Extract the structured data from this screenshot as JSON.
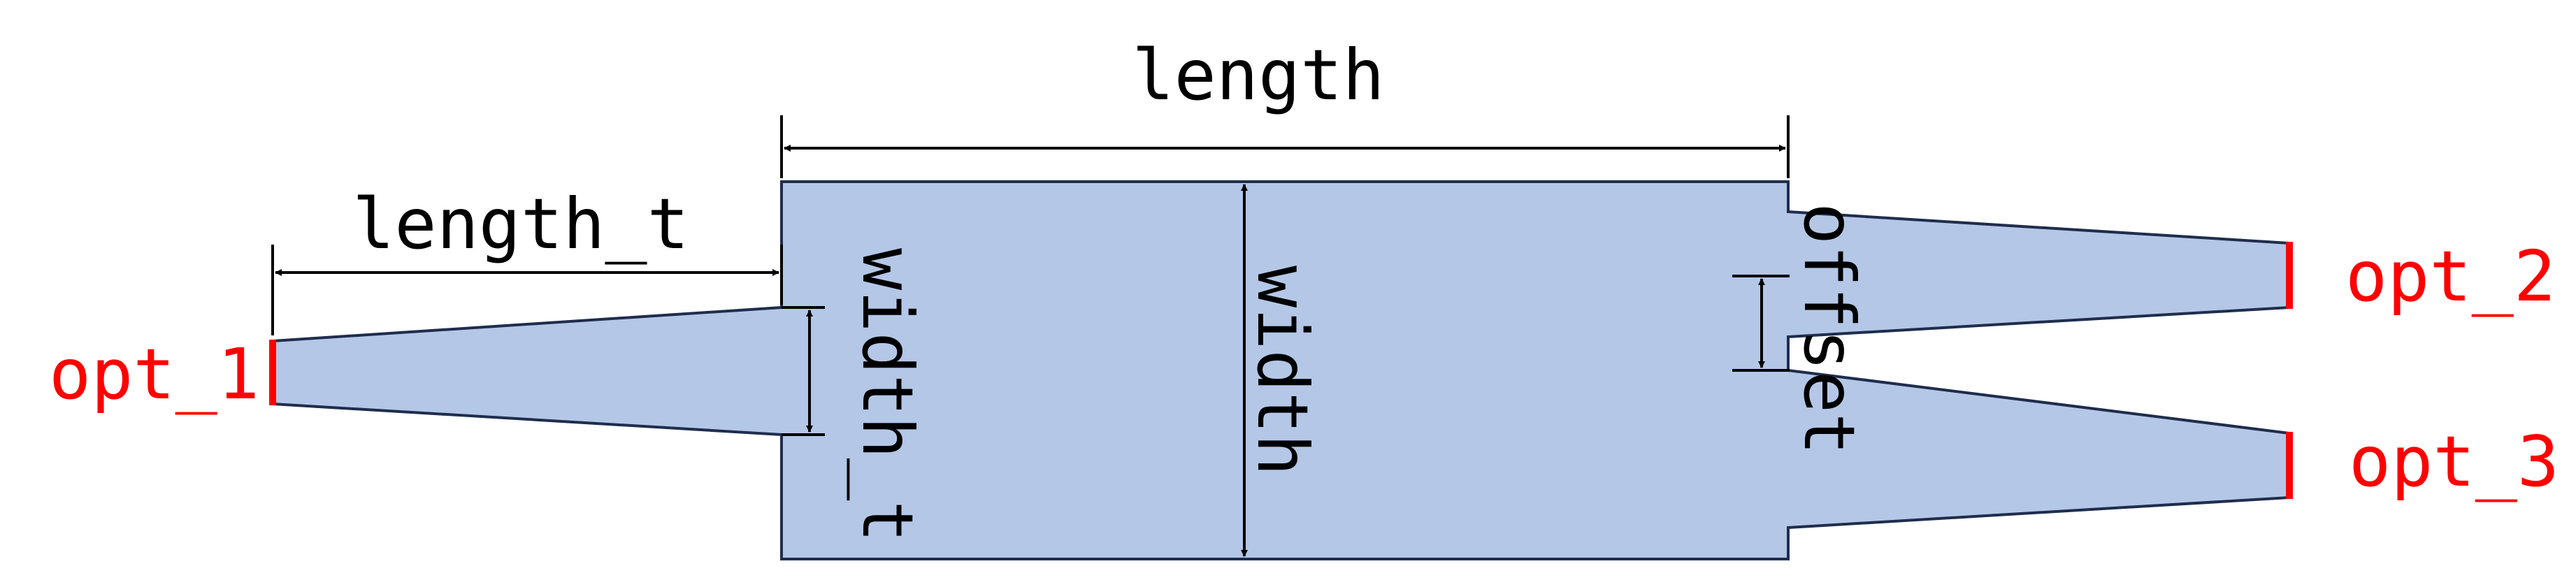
{
  "labels": {
    "length": "length",
    "length_t": "length_t",
    "width": "width",
    "width_t": "width_t",
    "offset": "offset",
    "opt_1": "opt_1",
    "opt_2": "opt_2",
    "opt_3": "opt_3"
  },
  "colors": {
    "fill": "#b4c7e7",
    "outline": "#1f2d4d",
    "dimension": "#000000",
    "port": "#ff0000"
  }
}
